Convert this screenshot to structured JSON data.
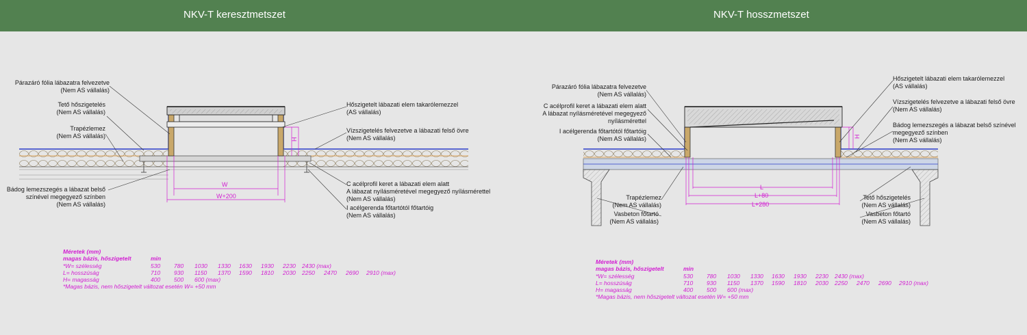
{
  "header": {
    "left_title": "NKV-T keresztmetszet",
    "right_title": "NKV-T hosszmetszet",
    "color": "#528150"
  },
  "left": {
    "labels": {
      "parazaro": [
        "Párazáró fólia lábazatra felvezetve",
        "(Nem AS vállalás)"
      ],
      "teto": [
        "Tető hőszigetelés",
        "(Nem AS vállalás)"
      ],
      "trapez": [
        "Trapézlemez",
        "(Nem AS vállalás)"
      ],
      "badog": [
        "Bádog lemezszegés a lábazat belső",
        "színével megegyező színben",
        "(Nem AS vállalás)"
      ],
      "takaro": [
        "Hőszigetelt lábazati elem takarólemezzel",
        "(AS vállalás)"
      ],
      "viz": [
        "Vízszigetelés felvezetve a lábazati felső övre",
        "(Nem AS vállalás)"
      ],
      "cprofil": [
        "C acélprofil keret a lábazati elem alatt",
        "A lábazat nyílásméretével megegyező nyílásmérettel",
        "(Nem AS vállalás)"
      ],
      "igerenda": [
        "I acélgerenda főtartótól főtartóig",
        "(Nem AS vállalás)"
      ]
    },
    "dims": {
      "h": "H",
      "w": "W",
      "w200": "W+200"
    }
  },
  "right": {
    "labels": {
      "parazaro": [
        "Párazáró fólia lábazatra felvezetve",
        "(Nem AS vállalás)"
      ],
      "cprofil": [
        "C acélprofil keret a lábazati elem alatt",
        "A lábazat nyílásméretével megegyező",
        "nyílásmérettel"
      ],
      "igerenda": [
        "I acélgerenda főtartótól főtartóig",
        "(Nem AS vállalás)"
      ],
      "trapez": [
        "Trapézlemez",
        "(Nem AS vállalás)"
      ],
      "vasbeton_l": [
        "Vasbeton főtartó",
        "(Nem AS vállalás)"
      ],
      "takaro": [
        "Hőszigetelt lábazati elem takarólemezzel",
        "(AS vállalás)"
      ],
      "viz": [
        "Vízszigetelés felvezetve a lábazati felső övre",
        "(Nem AS vállalás)"
      ],
      "badog": [
        "Bádog lemezszegés a lábazat belső színével",
        "megegyező színben",
        "(Nem AS vállalás)"
      ],
      "teto": [
        "Tető hőszigetelés",
        "(Nem AS vállalás)"
      ],
      "vasbeton_r": [
        "Vasbeton főtartó",
        "(Nem AS vállalás)"
      ]
    },
    "dims": {
      "h": "H",
      "l": "L",
      "l80": "L+80",
      "l280": "L+280"
    }
  },
  "table": {
    "title": "Méretek (mm)",
    "subtitle": "magas bázis, hőszigetelt",
    "min_label": "min",
    "rows": [
      {
        "label": "*W= szélesség",
        "values": [
          "530",
          "780",
          "1030",
          "1330",
          "1630",
          "1930",
          "2230",
          "2430 (max)"
        ]
      },
      {
        "label": "L= hosszúság",
        "values": [
          "710",
          "930",
          "1150",
          "1370",
          "1590",
          "1810",
          "2030",
          "2250",
          "2470",
          "2690",
          "2910 (max)"
        ]
      },
      {
        "label": "H= magasság",
        "values": [
          "400",
          "500",
          "600 (max)"
        ]
      }
    ],
    "note": "*Magas bázis, nem hőszigetelt változat esetén W= +50 mm",
    "color": "#d21fd2"
  }
}
